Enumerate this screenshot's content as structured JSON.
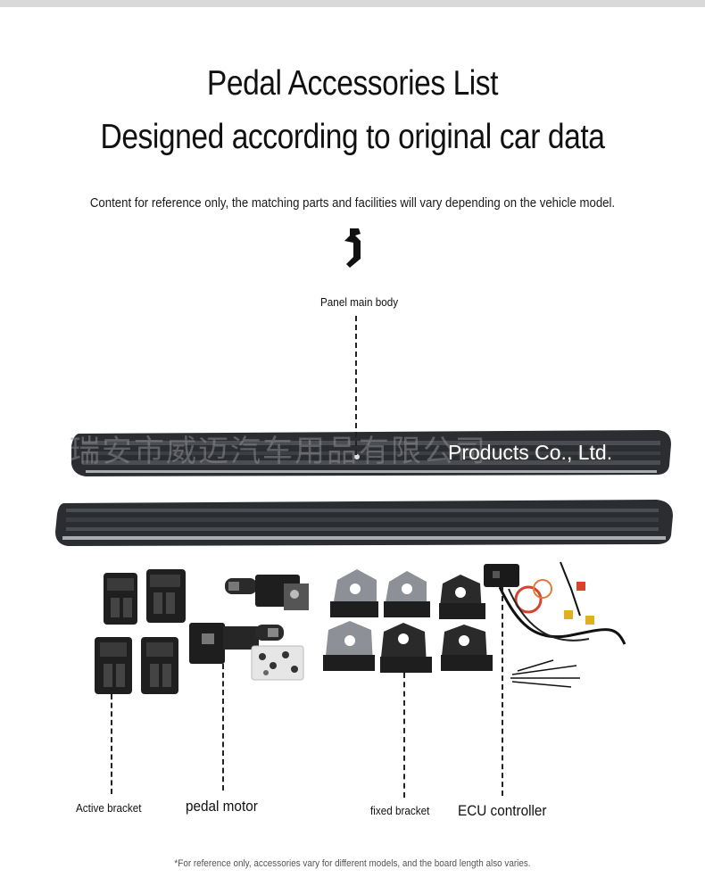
{
  "header": {
    "title_line1": "Pedal Accessories List",
    "title_line2": "Designed according to original car data",
    "subtitle": "Content for reference only, the matching parts and facilities will vary depending on the vehicle model."
  },
  "labels": {
    "panel_main_body": "Panel main body",
    "active_bracket": "Active bracket",
    "pedal_motor": "pedal motor",
    "fixed_bracket": "fixed bracket",
    "ecu_controller": "ECU controller"
  },
  "watermark": {
    "chinese": "瑞安市威迈汽车用品有限公司",
    "english": "Products Co., Ltd."
  },
  "footer": {
    "note": "*For reference only, accessories vary for different models, and the board length also varies."
  },
  "colors": {
    "board": "#2b2d30",
    "board_stripe": "#4a4d52",
    "board_edge": "#a9adb2",
    "hardware": "#1f1f1f",
    "plate_silver": "#8d9096",
    "wire_red": "#d8442b",
    "wire_yellow": "#e0b020"
  }
}
